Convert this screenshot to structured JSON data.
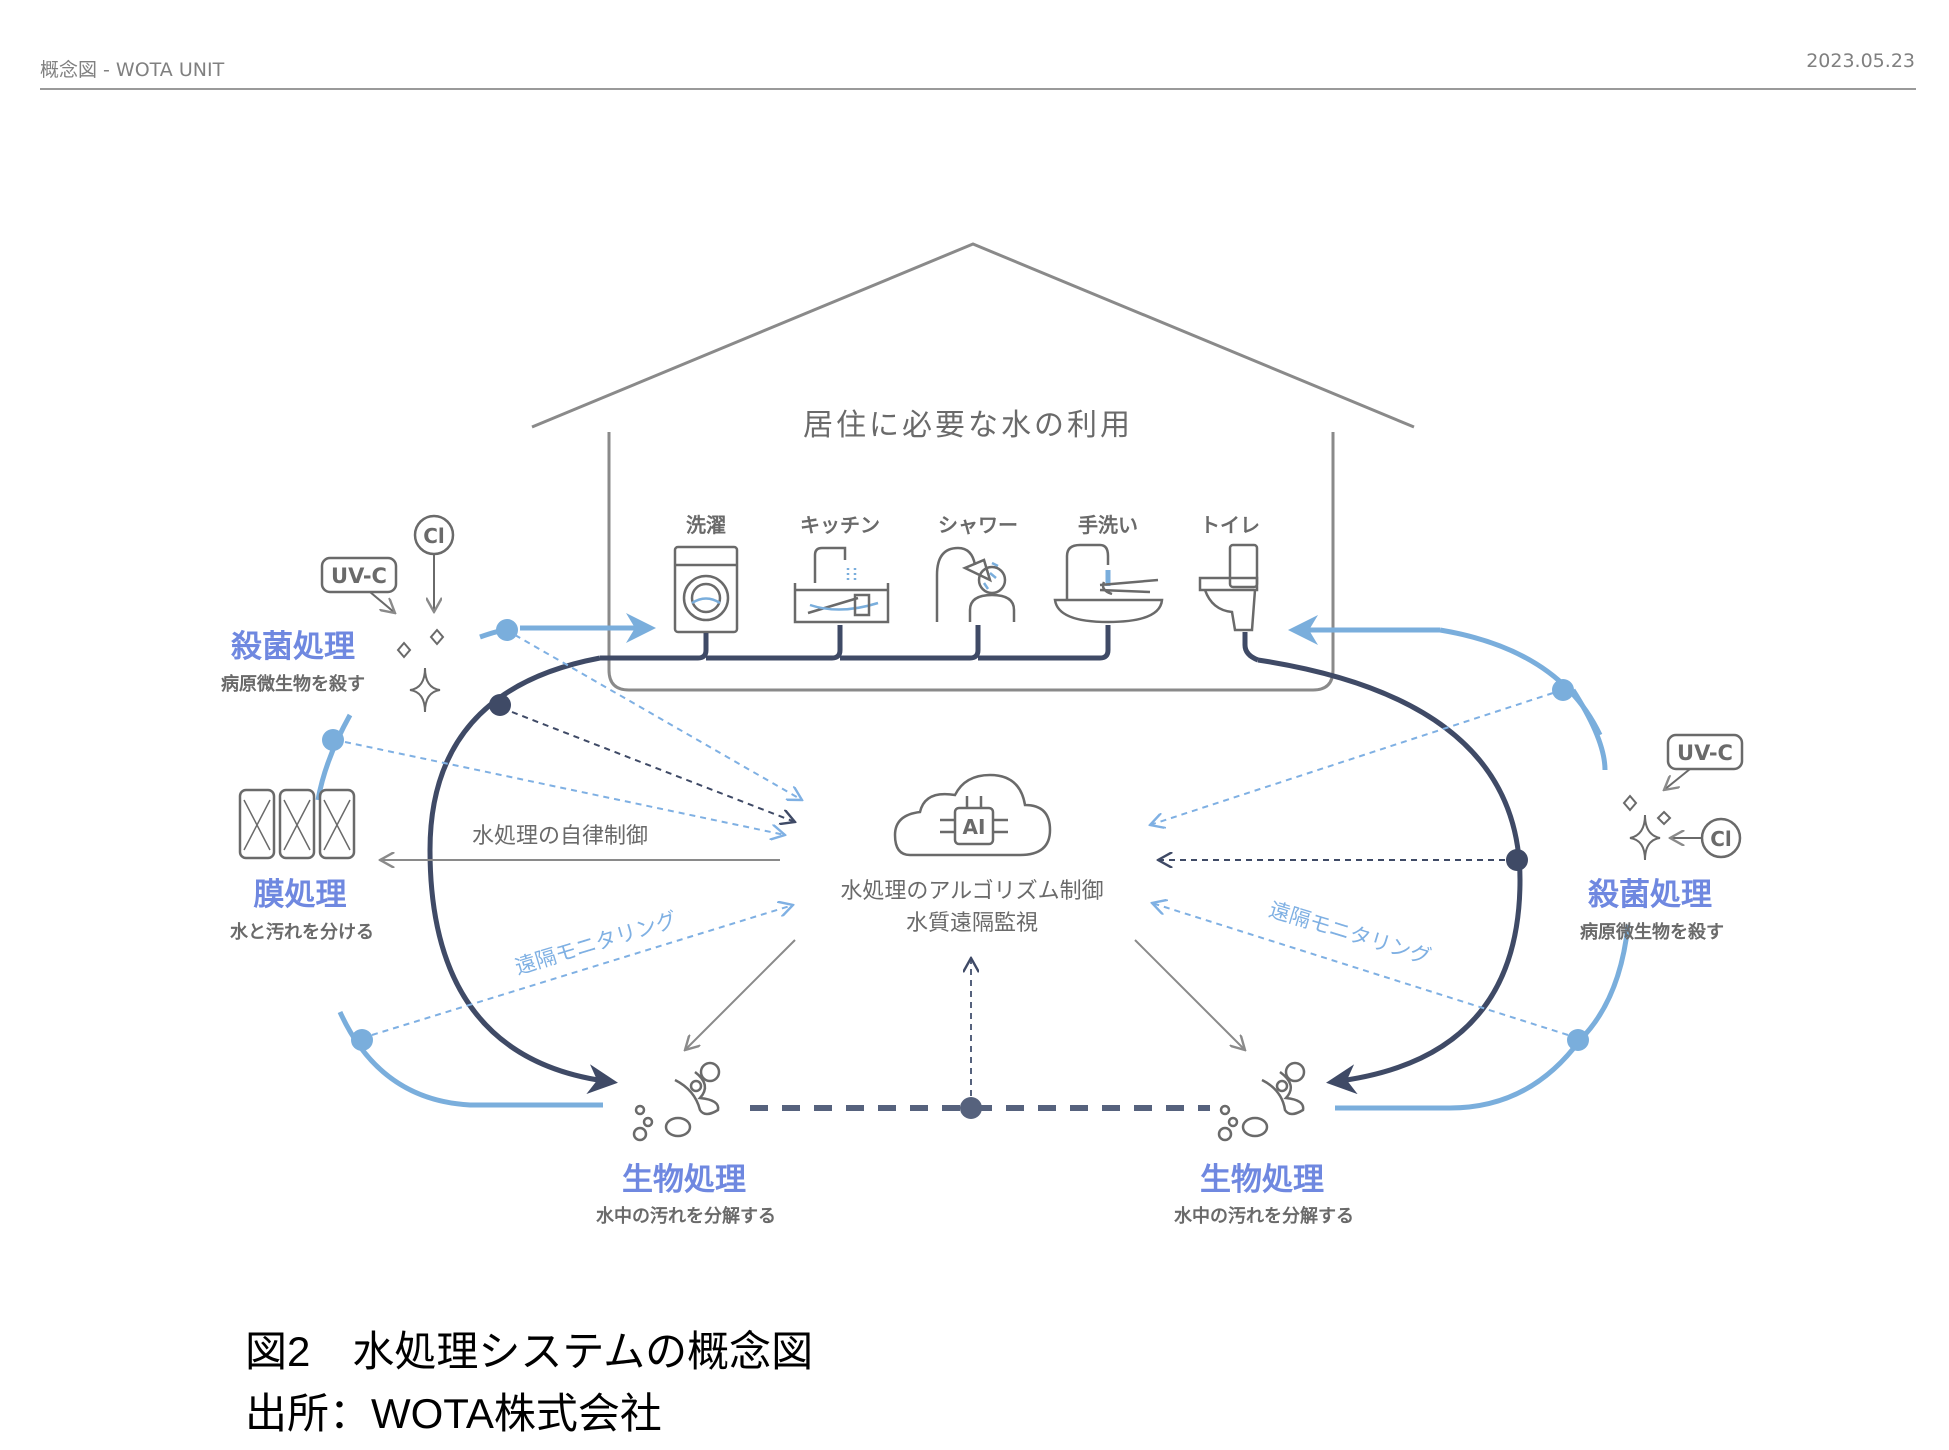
{
  "header": {
    "title": "概念図 - WOTA UNIT",
    "date": "2023.05.23"
  },
  "house": {
    "title": "居住に必要な水の利用",
    "uses": [
      "洗濯",
      "キッチン",
      "シャワー",
      "手洗い",
      "トイレ"
    ]
  },
  "left_disinfection": {
    "title": "殺菌処理",
    "desc": "病原微生物を殺す",
    "uv": "UV-C",
    "cl": "Cl"
  },
  "membrane": {
    "title": "膜処理",
    "desc": "水と汚れを分ける"
  },
  "right_disinfection": {
    "title": "殺菌処理",
    "desc": "病原微生物を殺す",
    "uv": "UV-C",
    "cl": "Cl"
  },
  "bio_left": {
    "title": "生物処理",
    "desc": "水中の汚れを分解する"
  },
  "bio_right": {
    "title": "生物処理",
    "desc": "水中の汚れを分解する"
  },
  "center": {
    "ai_label": "AI",
    "line1": "水処理のアルゴリズム制御",
    "line2": "水質遠隔監視",
    "autonomous": "水処理の自律制御",
    "monitor_left": "遠隔モニタリング",
    "monitor_right": "遠隔モニタリング"
  },
  "caption": {
    "line1": "図2　水処理システムの概念図",
    "line2": "出所：WOTA株式会社"
  },
  "colors": {
    "dark": "#3f4a66",
    "blue": "#7aaedc",
    "label_blue": "#6f88e0",
    "gray": "#8a8a8a",
    "dash_blue": "#7fb0e3"
  }
}
